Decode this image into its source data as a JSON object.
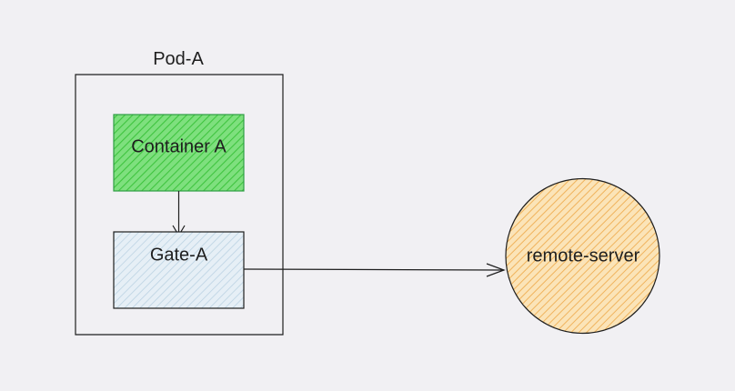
{
  "diagram": {
    "pod": {
      "title": "Pod-A"
    },
    "nodes": {
      "container": {
        "label": "Container A",
        "fill": "#7ee07e",
        "hatch": "#3fc43f",
        "stroke": "#2f9e44"
      },
      "gate": {
        "label": "Gate-A",
        "fill": "#e3eef6",
        "hatch": "#b7cfe0",
        "stroke": "#1e1e1e"
      },
      "remote": {
        "label": "remote-server",
        "fill": "#fbe2b3",
        "hatch": "#f0b158",
        "stroke": "#1e1e1e"
      }
    },
    "edges": [
      {
        "from": "Container A",
        "to": "Gate-A"
      },
      {
        "from": "Gate-A",
        "to": "remote-server"
      }
    ],
    "colors": {
      "background": "#f1f0f3",
      "line": "#1e1e1e"
    }
  }
}
